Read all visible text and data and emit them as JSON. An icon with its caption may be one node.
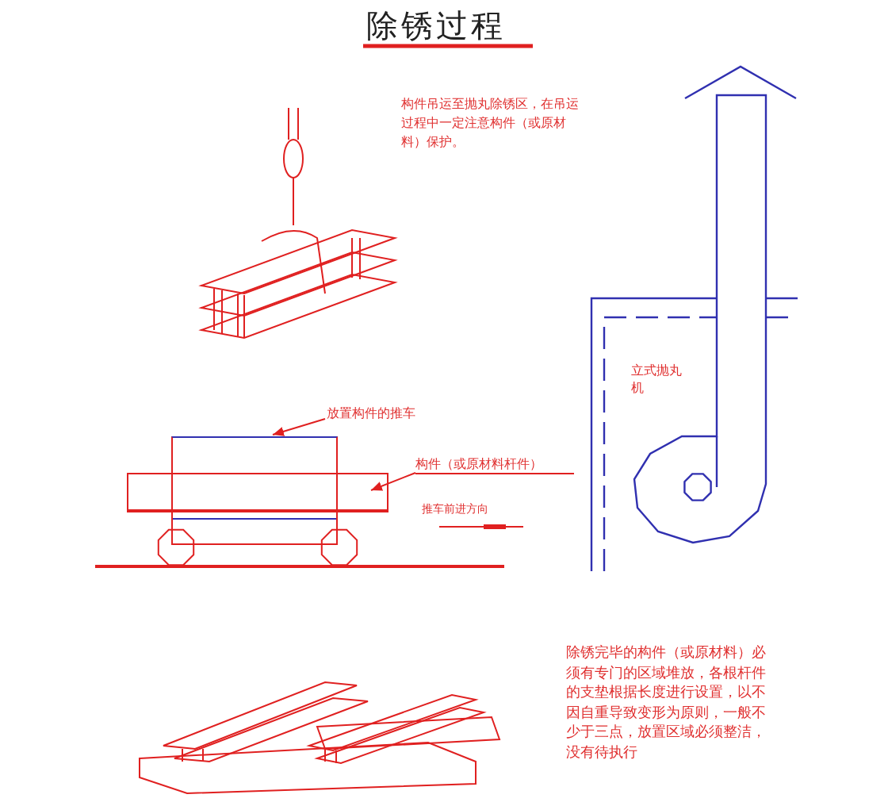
{
  "diagram": {
    "title": "除锈过程",
    "nodes": [
      {
        "text": [
          "放置构件的推车"
        ]
      },
      {
        "text": [],
        "shape": "box"
      },
      {
        "text": [
          "构件（或原材料杆件）"
        ]
      },
      {
        "text": [],
        "shape": "bar"
      }
    ],
    "edges": [
      {
        "from": 0,
        "to": 1,
        "arrow": "to"
      },
      {
        "from": 2,
        "to": 3,
        "arrow": "to"
      }
    ],
    "labels": [
      "构件吊运至抛丸除锈区，在吊运过程中一定注意构件（或原材料）保护。",
      "立式抛丸机",
      "推车前进方向",
      "除锈完毕的构件（或原材料）必须有专门的区域堆放，各根杆件的支垫根据长度进行设置，以不因自重导致变形为原则，一般不少于三点，放置区域必须整洁，没有待执行"
    ]
  }
}
